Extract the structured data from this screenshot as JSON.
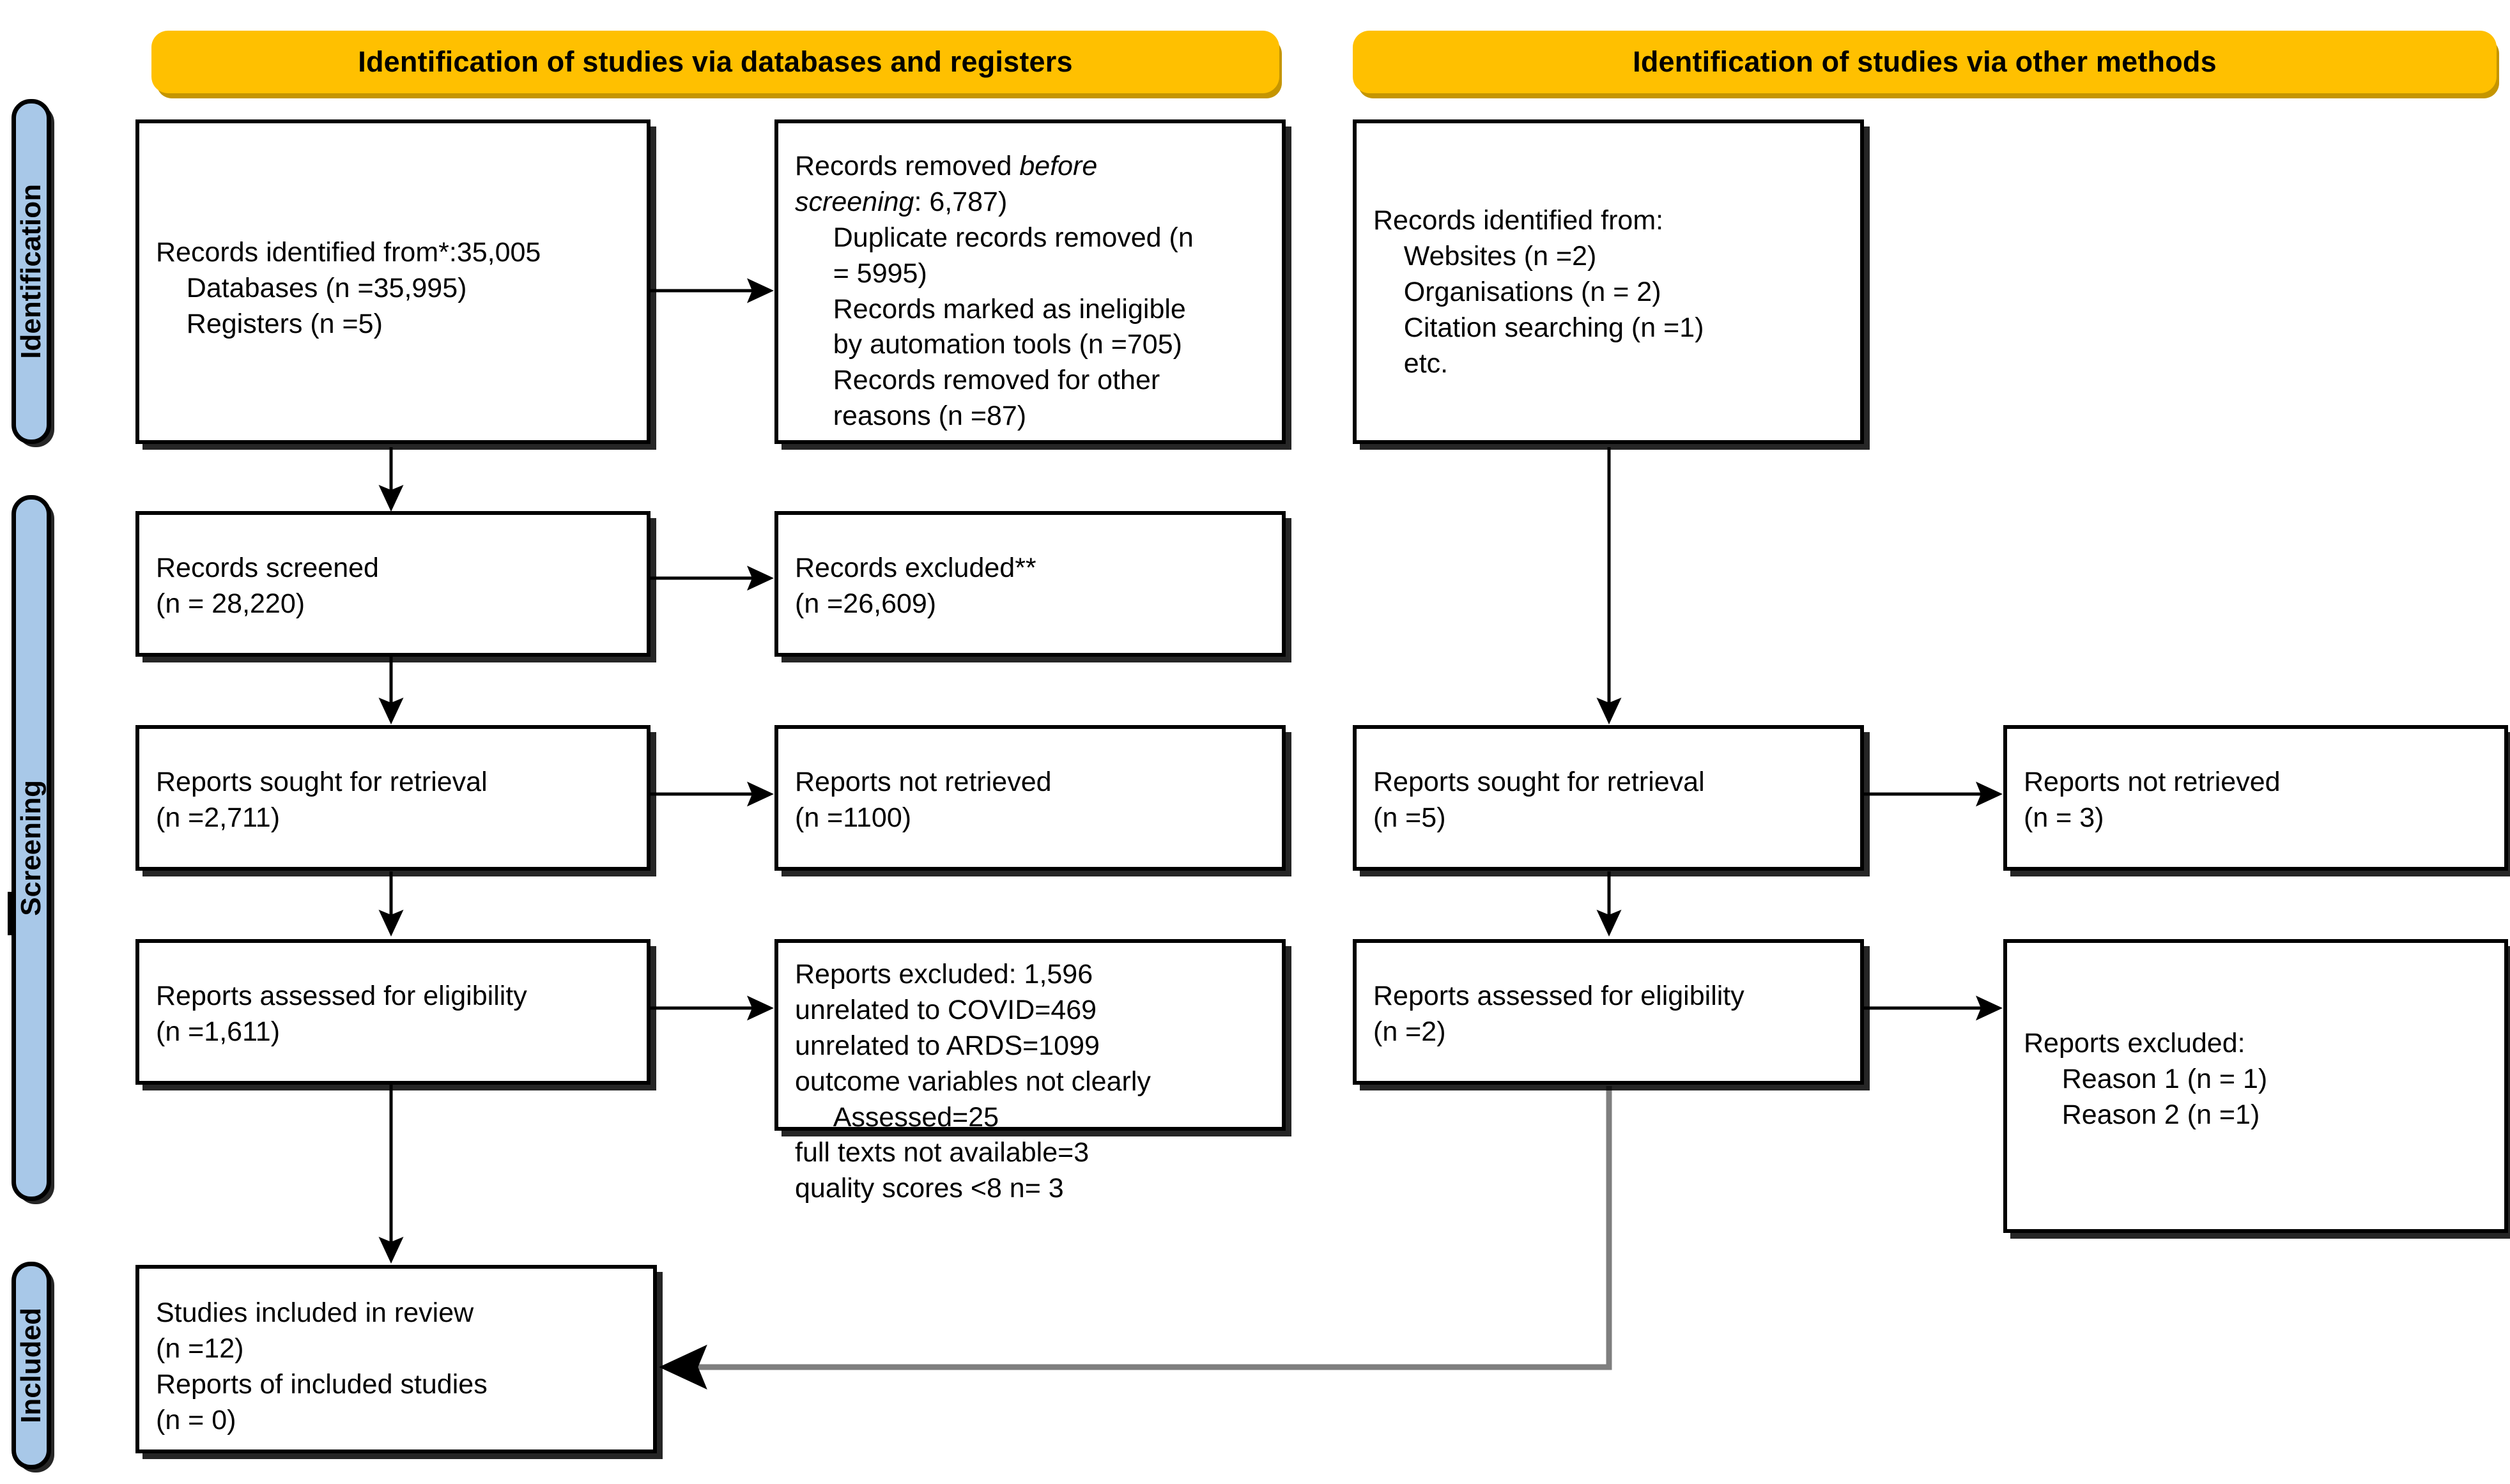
{
  "diagram": {
    "title": "PRISMA 2020 flow diagram",
    "colors": {
      "header_fill": "#FFC000",
      "header_shadow": "#c59500",
      "sidebar_fill": "#a8c8e8",
      "box_border": "#000000",
      "connector": "#000000",
      "connector_gray": "#7f7f7f"
    }
  },
  "sidebar": {
    "items": [
      {
        "label": "Identification",
        "name": "sidebar-stage-identification"
      },
      {
        "label": "Screening",
        "name": "sidebar-stage-screening"
      },
      {
        "label": "Included",
        "name": "sidebar-stage-included"
      }
    ]
  },
  "headers": {
    "left": "Identification of studies via databases and registers",
    "right": "Identification of studies via other methods"
  },
  "left_column": {
    "records_identified": "Records identified from*:35,005\n    Databases (n =35,995)\n    Registers (n =5)",
    "records_removed": "Records removed before\nscreening: 6,787)\n     Duplicate records removed (n\n     = 5995)\n     Records marked as ineligible\n     by automation tools (n =705)\n     Records removed for other\n     reasons (n =87)",
    "records_removed_italic_word": "before",
    "records_removed_italic_word2": "screening",
    "records_screened": "Records screened\n(n = 28,220)",
    "records_excluded": "Records excluded**\n(n =26,609)",
    "reports_sought": "Reports sought for retrieval\n(n =2,711)",
    "reports_not_retrieved": "Reports not retrieved\n(n =1100)",
    "reports_assessed": "Reports assessed for eligibility\n(n =1,611)",
    "reports_excluded": "Reports excluded: 1,596\nunrelated to COVID=469\nunrelated to ARDS=1099\noutcome variables not clearly\n     Assessed=25\nfull texts not available=3\nquality scores <8 n= 3",
    "studies_included": "Studies included in review\n(n =12)\nReports of included studies\n(n = 0)"
  },
  "right_column": {
    "records_identified": "Records identified from:\n    Websites (n =2)\n    Organisations (n = 2)\n    Citation searching (n =1)\n    etc.",
    "reports_sought": "Reports sought for retrieval\n(n =5)",
    "reports_not_retrieved": "Reports not retrieved\n(n = 3)",
    "reports_assessed": "Reports assessed for eligibility\n(n =2)",
    "reports_excluded": "Reports excluded:\n     Reason 1 (n = 1)\n     Reason 2 (n =1)"
  }
}
